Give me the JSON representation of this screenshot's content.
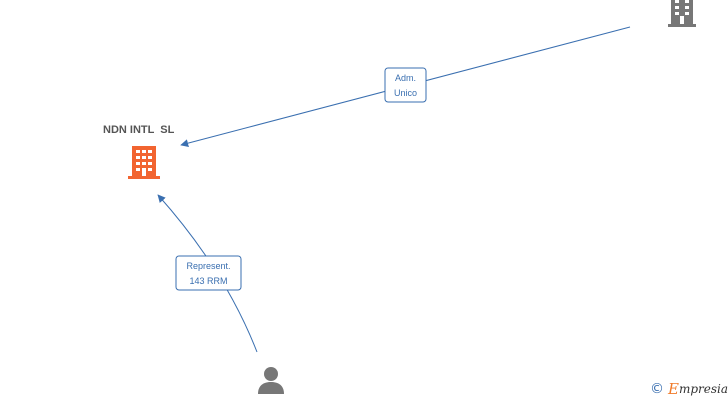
{
  "nodes": {
    "company_main": {
      "label": "NDN INTL  SL",
      "color": "#f26430"
    },
    "company_top": {
      "label": "",
      "color": "#777777"
    },
    "person": {
      "label": "",
      "color": "#777777"
    }
  },
  "edges": {
    "adm_unico": {
      "line1": "Adm.",
      "line2": "Unico"
    },
    "represent": {
      "line1": "Represent.",
      "line2": "143 RRM"
    }
  },
  "watermark": {
    "copyright": "©",
    "brand_initial": "E",
    "brand_rest": "mpresia"
  },
  "colors": {
    "edge": "#3a6fb0",
    "label_border": "#3a6fb0"
  }
}
